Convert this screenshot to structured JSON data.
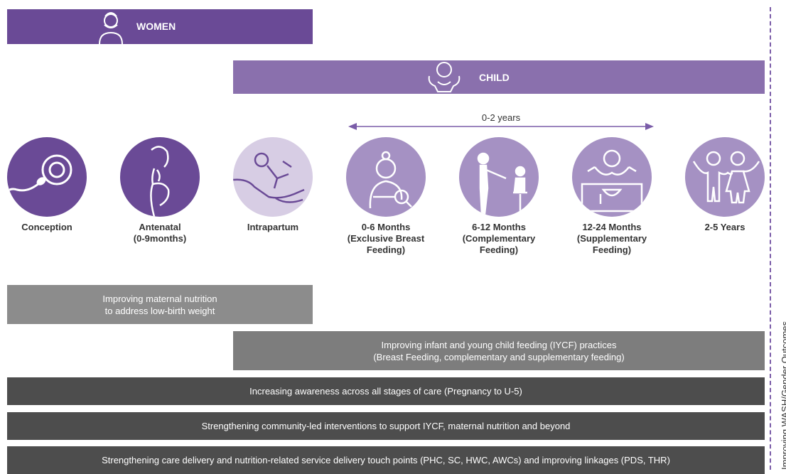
{
  "banners": {
    "women": "WOMEN",
    "child": "CHILD"
  },
  "span_label": "0-2 years",
  "stages": [
    {
      "label": "Conception",
      "icon": "sperm-egg-icon",
      "color": "#6a4a96"
    },
    {
      "label": "Antenatal\n(0-9months)",
      "icon": "pregnant-woman-icon",
      "color": "#6a4a96"
    },
    {
      "label": "Intrapartum",
      "icon": "newborn-in-hands-icon",
      "color": "#d7cde4"
    },
    {
      "label": "0-6 Months\n(Exclusive Breast\nFeeding)",
      "icon": "breastfeeding-mother-icon",
      "color": "#a591c3"
    },
    {
      "label": "6-12 Months\n(Complementary\nFeeding)",
      "icon": "adult-feeding-child-icon",
      "color": "#a591c3"
    },
    {
      "label": "12-24 Months\n(Supplementary\nFeeding)",
      "icon": "child-eating-icon",
      "color": "#a591c3"
    },
    {
      "label": "2-5 Years",
      "icon": "two-children-icon",
      "color": "#a591c3"
    }
  ],
  "bars": {
    "maternal": "Improving maternal nutrition\nto address low-birth weight",
    "iycf": "Improving infant and young child feeding (IYCF) practices\n(Breast Feeding, complementary and supplementary feeding)",
    "awareness": "Increasing awareness across all stages of care (Pregnancy to U-5)",
    "community": "Strengthening community-led interventions to support IYCF, maternal nutrition and beyond",
    "delivery": "Strengthening care delivery and nutrition-related service delivery touch points (PHC, SC, HWC, AWCs) and improving linkages (PDS, THR)"
  },
  "side_label": "Improving WASH/Gender Outcomes",
  "colors": {
    "women_banner": "#6a4a96",
    "child_banner": "#8a70ad",
    "divider": "#7a5ca8"
  }
}
